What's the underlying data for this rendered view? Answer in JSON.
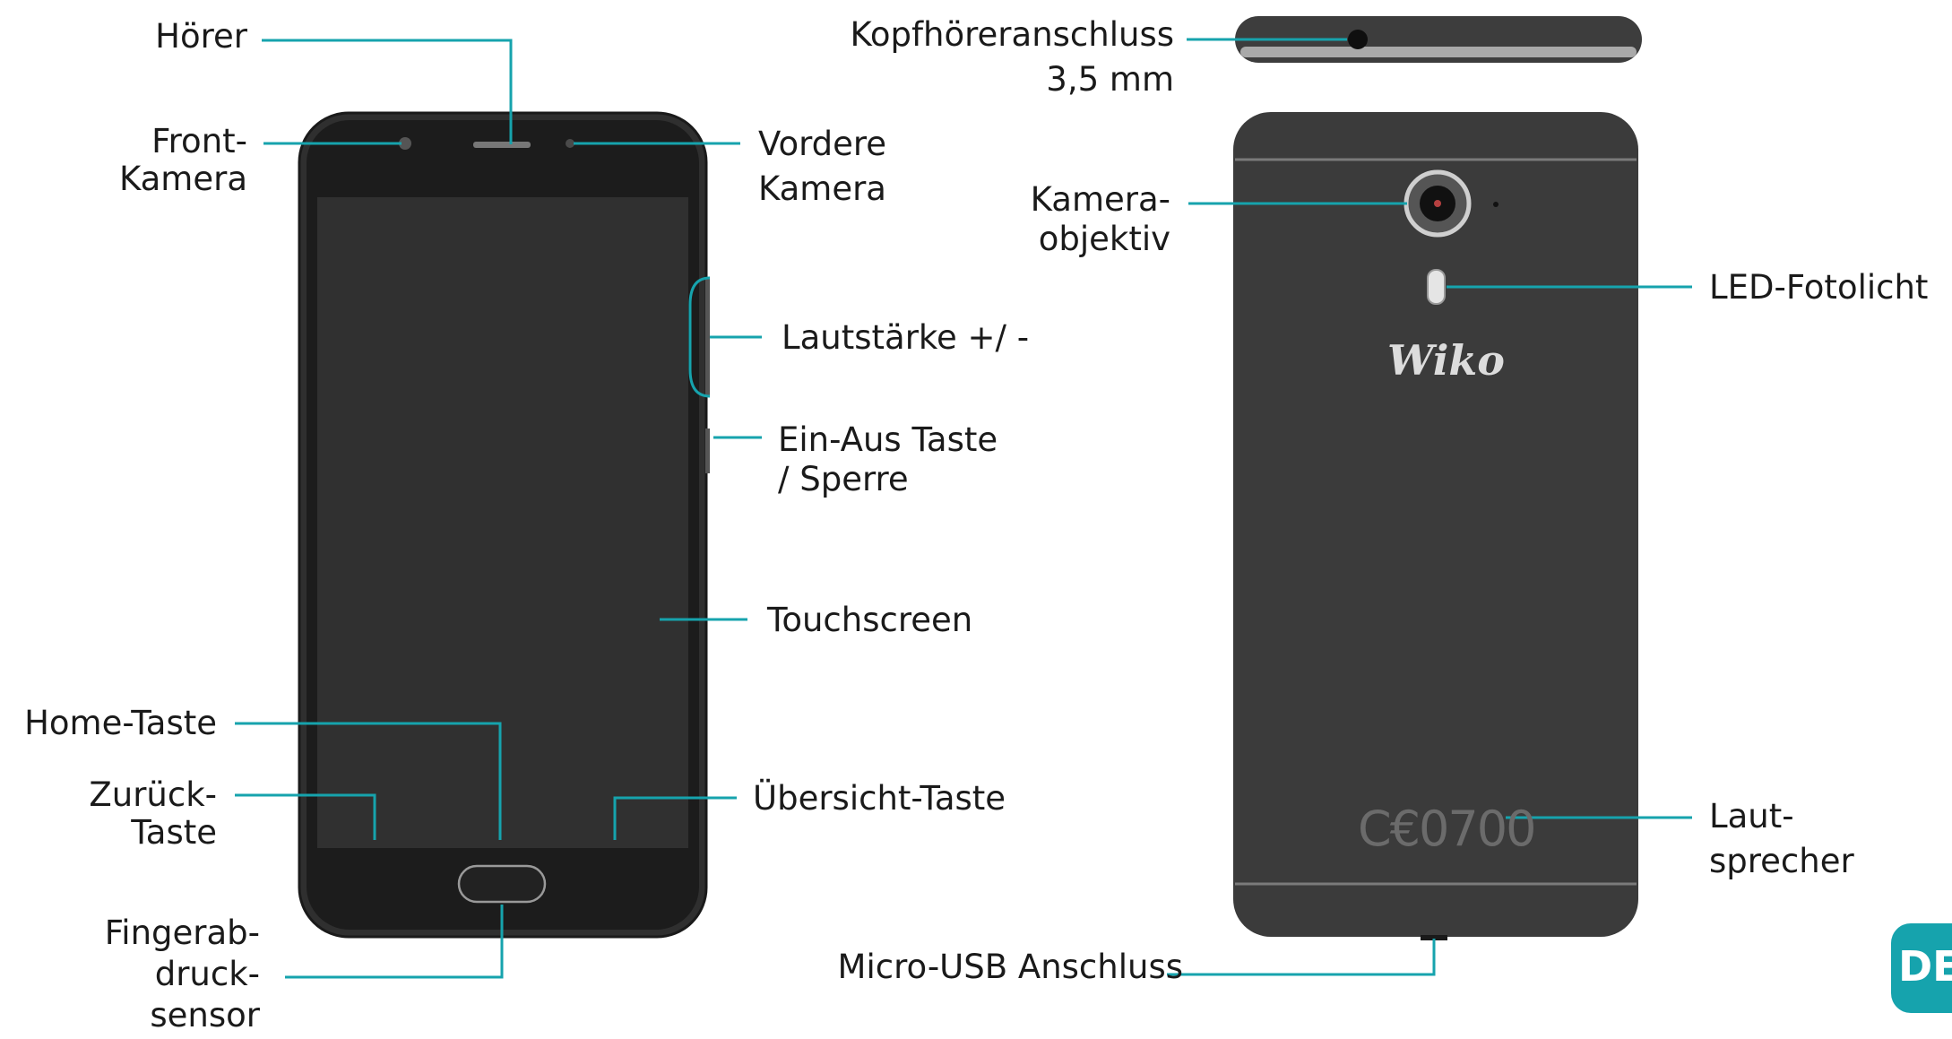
{
  "colors": {
    "leader_line": "#16a3ad",
    "phone_body": "#3a3a3a",
    "screen": "#2c2c2c",
    "badge": "#16a3ad"
  },
  "labels": {
    "hoerer": "Hörer",
    "front_kamera_1": "Front-",
    "front_kamera_2": "Kamera",
    "vordere_kamera_1": "Vordere",
    "vordere_kamera_2": "Kamera",
    "lautstaerke": "Lautstärke +/ -",
    "ein_aus_1": "Ein-Aus Taste",
    "ein_aus_2": "/ Sperre",
    "touchscreen": "Touchscreen",
    "home_taste": "Home-Taste",
    "zurueck_1": "Zurück-",
    "zurueck_2": "Taste",
    "uebersicht": "Übersicht-Taste",
    "fingerabdruck_1": "Fingerab-",
    "fingerabdruck_2": "druck-",
    "fingerabdruck_3": "sensor",
    "kopfhoerer_1": "Kopfhöreranschluss",
    "kopfhoerer_2": "3,5 mm",
    "kamera_objektiv_1": "Kamera-",
    "kamera_objektiv_2": "objektiv",
    "led": "LED-Fotolicht",
    "lautsprecher_1": "Laut-",
    "lautsprecher_2": "sprecher",
    "micro_usb": "Micro-USB Anschluss"
  },
  "back_marks": {
    "ce_mark": "C€0700",
    "brand_logo": "Wiko"
  },
  "badge": "DE"
}
